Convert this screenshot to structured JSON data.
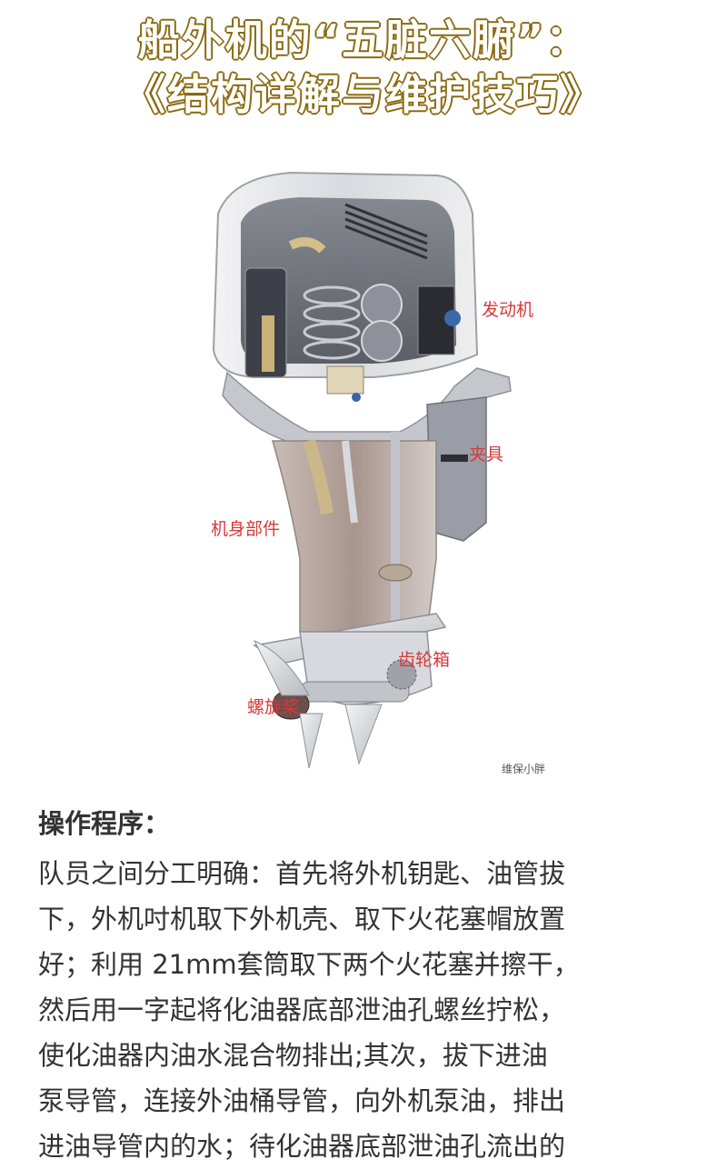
{
  "title": {
    "line1": "船外机的“五脏六腑”：",
    "line2": "《结构详解与维护技巧》",
    "fill_color": "#ffffff",
    "stroke_color": "#8a6a10"
  },
  "figure": {
    "description": "outboard-motor-cutaway-illustration",
    "labels": {
      "engine": "发动机",
      "clamp": "夹具",
      "body_parts": "机身部件",
      "gearbox": "齿轮箱",
      "propeller": "螺旋桨"
    },
    "label_color": "#d63a3a",
    "watermark": "维保小胖"
  },
  "section": {
    "heading": "操作程序：",
    "lines": [
      "队员之间分工明确：首先将外机钥匙、油管拔",
      "下，外机吋机取下外机壳、取下火花塞帽放置",
      "好；利用 21mm套筒取下两个火花塞并擦干，",
      "然后用一字起将化油器底部泄油孔螺丝拧松，",
      "使化油器内油水混合物排出;其次，拔下进油",
      "泵导管，连接外油桶导管，向外机泵油，排出",
      "进油导管内的水；待化油器底部泄油孔流出的"
    ],
    "text_color": "#333333"
  }
}
